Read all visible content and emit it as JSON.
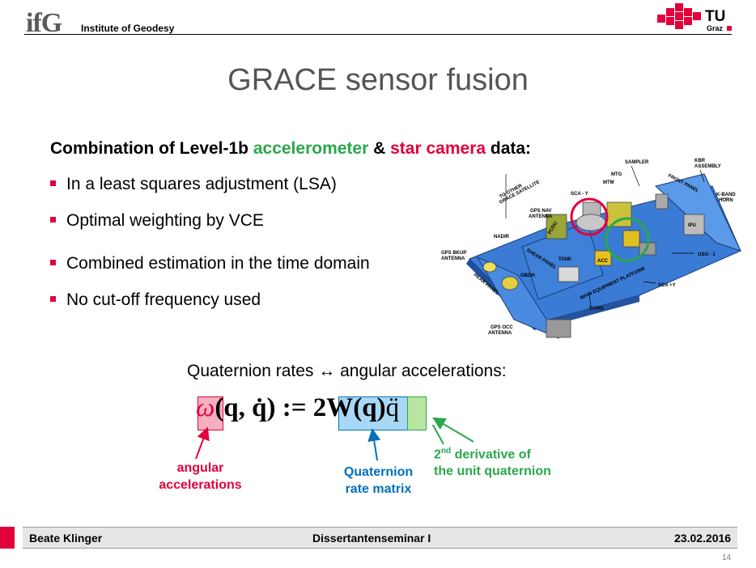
{
  "header": {
    "logo_left": "ifG",
    "institute": "Institute of Geodesy",
    "logo_right_text": "TU",
    "logo_right_sub": "Graz"
  },
  "slide": {
    "title": "GRACE sensor fusion",
    "subtitle": {
      "part1": "Combination of Level-1b ",
      "accelerometer": "accelerometer",
      "amp": " & ",
      "star_camera": "star camera",
      "part2": " data:"
    },
    "bullets": [
      "In a least squares adjustment (LSA)",
      "Optimal weighting by VCE",
      "Combined estimation in the time domain",
      "No cut-off frequency used"
    ],
    "quaternion_rates": "Quaternion rates ↔ angular accelerations:",
    "formula": {
      "omega": "ω̇",
      "args": "(q, q̇) := 2",
      "W": "W(q)",
      "qdd": "q̈"
    },
    "annotations": {
      "angular": [
        "angular",
        "accelerations"
      ],
      "quaternion": [
        "Quaternion",
        "rate matrix"
      ],
      "second_deriv_pre": "2",
      "second_deriv_sup": "nd",
      "second_deriv_rest": " derivative of",
      "second_deriv_line2": "the unit quaternion"
    },
    "colors": {
      "red": "#e2003b",
      "green": "#2aa84a",
      "blue": "#0070b8",
      "accent_diagram_blue": "#3a7bd5"
    }
  },
  "diagram_labels": {
    "to_other": "TO OTHER",
    "grace_sat": "GRACE SATELLITE",
    "sampler": "SAMPLER",
    "kbr": "KBR",
    "assembly": "ASSEMBLY",
    "mtg": "MTG",
    "mtm": "MTM",
    "sca_y_minus": "SCA - Y",
    "front_panel": "FRONT PANEL",
    "kband": "K-BAND",
    "horn": "HORN",
    "gps_nav": "GPS NAV",
    "antenna": "ANTENNA",
    "nadir": "NADIR",
    "gps_bkup": "GPS BKUP",
    "uso": "USO - 1",
    "ipu": "IPU",
    "tank": "TANK",
    "shear_panel": "SHEAR PANEL",
    "main_equipment": "MAIN EQUIPMENT PLATFORM",
    "rear_panel": "REAR PANEL",
    "sca_y_plus": "SCA +Y",
    "gyro": "GYRO",
    "gps_occ": "GPS OCC",
    "obdh": "OBDH",
    "pcdu": "PCDU",
    "acc": "ACC"
  },
  "footer": {
    "author": "Beate Klinger",
    "event": "Dissertantenseminar I",
    "date": "23.02.2016",
    "page": "14"
  }
}
